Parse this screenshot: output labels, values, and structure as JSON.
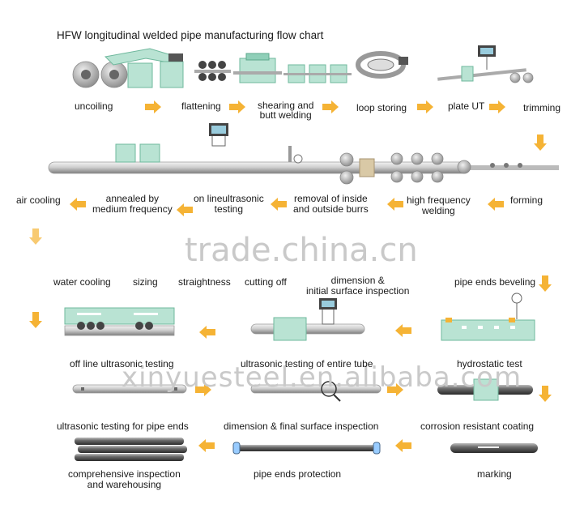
{
  "title": "HFW longitudinal welded pipe manufacturing flow chart",
  "watermarks": [
    "trade.china.cn",
    "xinyuesteel.en.alibaba.com"
  ],
  "colors": {
    "machine": "#b9e3d3",
    "machine_dark": "#8fcfb8",
    "arrow": "#f5b335",
    "pipe": "#c8c8c8"
  },
  "row1": [
    "uncoiling",
    "flattening",
    "shearing and\nbutt welding",
    "loop storing",
    "plate UT",
    "trimming"
  ],
  "row2": [
    "air cooling",
    "annealed by\nmedium frequency",
    "on lineultrasonic\ntesting",
    "removal of inside\nand outside burrs",
    "high frequency\nwelding",
    "forming"
  ],
  "row3": [
    "water cooling",
    "sizing",
    "straightness",
    "cutting off",
    "dimension &\ninitial surface inspection",
    "pipe ends beveling"
  ],
  "row4": [
    "off line ultrasonic testing",
    "ultrasonic testing of entire tube",
    "hydrostatic test"
  ],
  "row5": [
    "ultrasonic testing for pipe ends",
    "dimension & final surface inspection",
    "corrosion resistant coating"
  ],
  "row6": [
    "comprehensive inspection\nand warehousing",
    "pipe ends protection",
    "marking"
  ]
}
